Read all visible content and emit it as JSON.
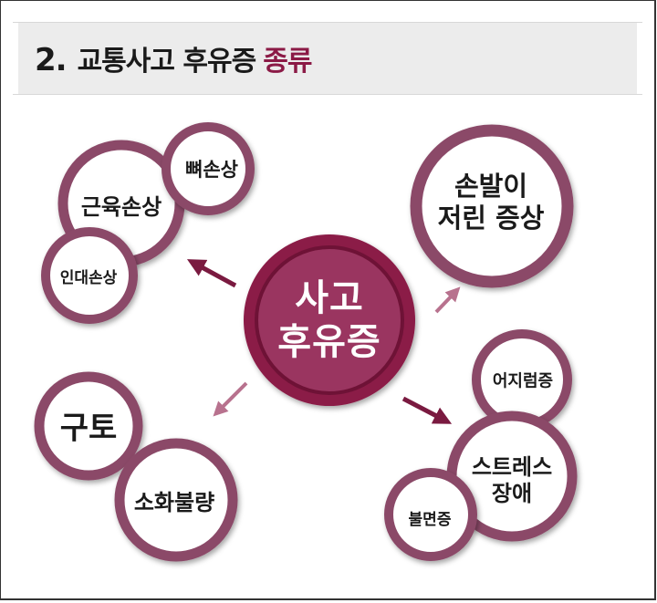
{
  "header": {
    "number": "2.",
    "title": "교통사고 후유증",
    "accent": "종류"
  },
  "center": {
    "line1": "사고",
    "line2": "후유증"
  },
  "nodes": {
    "bone": "뼈손상",
    "muscle": "근육손상",
    "ligament": "인대손상",
    "numb_line1": "손발이",
    "numb_line2": "저린 증상",
    "vomit": "구토",
    "indigestion": "소화불량",
    "dizzy": "어지럼증",
    "stress_line1": "스트레스",
    "stress_line2": "장애",
    "insomnia": "불면증"
  },
  "colors": {
    "ring": "#8b4a68",
    "center_fill": "#8b1a46",
    "arrow_dark": "#7a1a40",
    "arrow_light": "#b8728e",
    "accent_text": "#8b1a46"
  }
}
